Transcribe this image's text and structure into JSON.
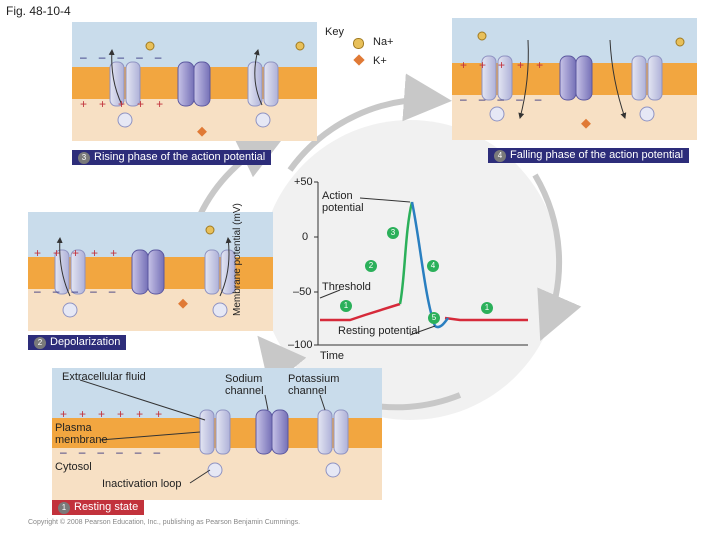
{
  "figure_label": "Fig. 48-10-4",
  "key": {
    "title": "Key",
    "na": "Na+",
    "k": "K+"
  },
  "panels": {
    "p1": {
      "num": "1",
      "caption": "Resting state"
    },
    "p2": {
      "num": "2",
      "caption": "Depolarization"
    },
    "p3": {
      "num": "3",
      "caption": "Rising phase of the action potential"
    },
    "p4": {
      "num": "4",
      "caption": "Falling phase of the action potential"
    }
  },
  "labels": {
    "extracellular": "Extracellular fluid",
    "sodium_channel": "Sodium channel",
    "potassium_channel": "Potassium channel",
    "plasma_membrane": "Plasma membrane",
    "cytosol": "Cytosol",
    "inactivation_loop": "Inactivation loop"
  },
  "membrane_signs": {
    "plus": "+",
    "minus": "–"
  },
  "graph": {
    "ylabel": "Membrane potential (mV)",
    "xlabel": "Time",
    "yticks": [
      "+50",
      "0",
      "–50",
      "–100"
    ],
    "action_potential": "Action potential",
    "threshold": "Threshold",
    "resting_potential": "Resting potential",
    "phase_markers": [
      "1",
      "2",
      "3",
      "4",
      "5",
      "1"
    ]
  },
  "copyright": "Copyright © 2008 Pearson Education, Inc., publishing as Pearson Benjamin Cummings.",
  "colors": {
    "extracellular": "#c9dceb",
    "membrane": "#f2a640",
    "cytosol": "#f7e0c4",
    "caption_blue": "#2d2d7a",
    "caption_red": "#c2323c",
    "na_ion": "#e8c05a",
    "k_ion": "#e07a36",
    "rest_line": "#d62a3a",
    "rise_line": "#2bb05a",
    "fall_line": "#2a7fc0"
  }
}
